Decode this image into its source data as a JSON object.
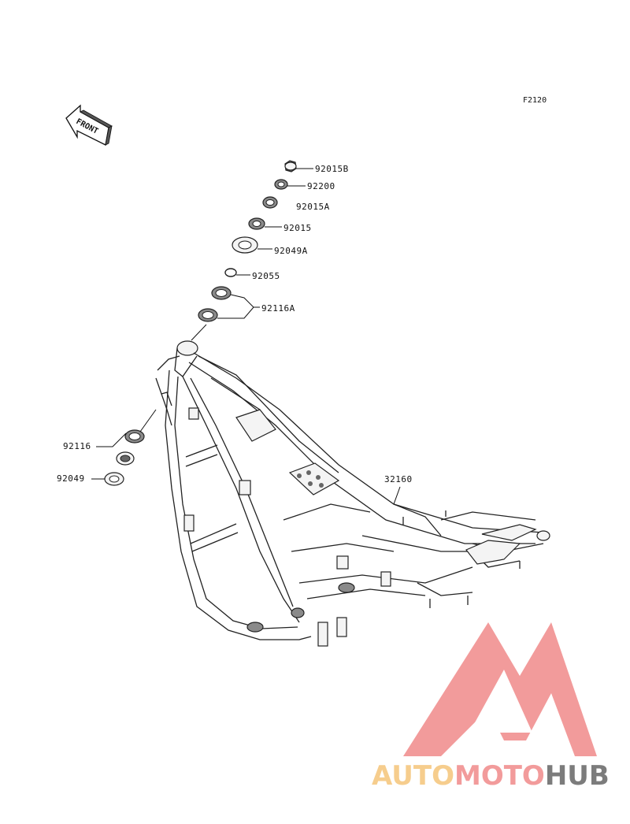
{
  "diagram": {
    "ref_code": "F2120",
    "front_label": "FRONT",
    "parts": [
      {
        "id": "92015B",
        "label": "92015B"
      },
      {
        "id": "92200",
        "label": "92200"
      },
      {
        "id": "92015A",
        "label": "92015A"
      },
      {
        "id": "92015",
        "label": "92015"
      },
      {
        "id": "92049A",
        "label": "92049A"
      },
      {
        "id": "92055",
        "label": "92055"
      },
      {
        "id": "92116A",
        "label": "92116A"
      },
      {
        "id": "92116",
        "label": "92116"
      },
      {
        "id": "92049",
        "label": "92049"
      },
      {
        "id": "32160",
        "label": "32160"
      }
    ]
  },
  "watermark": {
    "text_part1": "AUTO",
    "text_part2": "MOTO",
    "text_part3": "HUB",
    "colors": {
      "part1": "#f5c57a",
      "part2": "#f08a8a",
      "part3": "#666666",
      "logo": "#f08a8a"
    }
  }
}
